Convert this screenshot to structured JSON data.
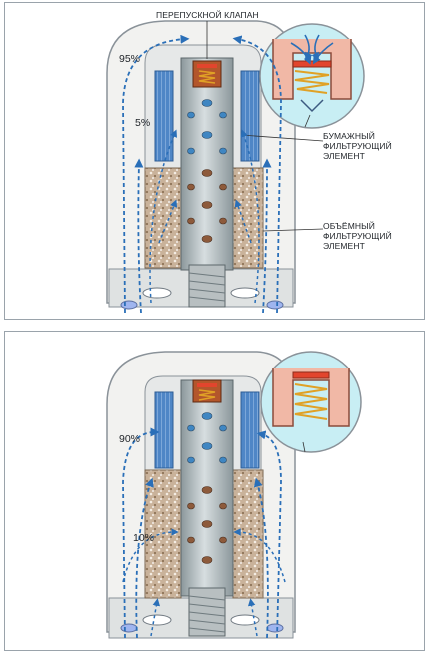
{
  "labels": {
    "bypass_valve": "ПЕРЕПУСКНОЙ КЛАПАН",
    "paper_element": "БУМАЖНЫЙ ФИЛЬТРУЮЩИЙ ЭЛЕМЕНТ",
    "bulk_element": "ОБЪЁМНЫЙ ФИЛЬТРУЮЩИЙ ЭЛЕМЕНТ"
  },
  "top_panel": {
    "main_flow_percent": "95%",
    "bypass_flow_percent": "5%"
  },
  "bottom_panel": {
    "paper_flow_percent": "90%",
    "bulk_flow_percent": "10%"
  },
  "colors": {
    "housing": "#f2f2f0",
    "core": "#a9b4b7",
    "paper_element": "#4f86c6",
    "bulk_element": "#c9b29a",
    "valve_spring": "#e0a126",
    "valve_plate": "#e2452d",
    "flow_arrows": "#2a6fb8",
    "inset_fill": "#c8eef4"
  }
}
